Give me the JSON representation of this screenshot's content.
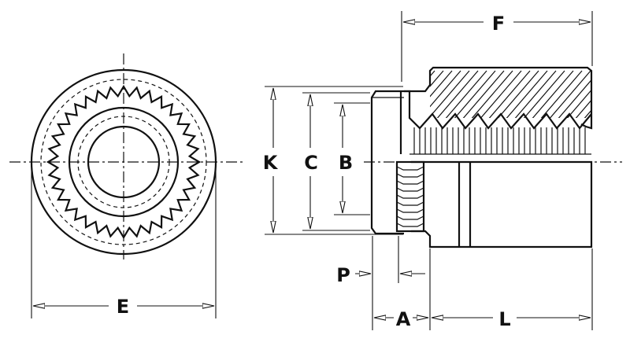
{
  "labels": {
    "E": "E",
    "F": "F",
    "K": "K",
    "C": "C",
    "B": "B",
    "P": "P",
    "A": "A",
    "L": "L"
  },
  "colors": {
    "ink": "#111111",
    "paper": "#ffffff"
  }
}
